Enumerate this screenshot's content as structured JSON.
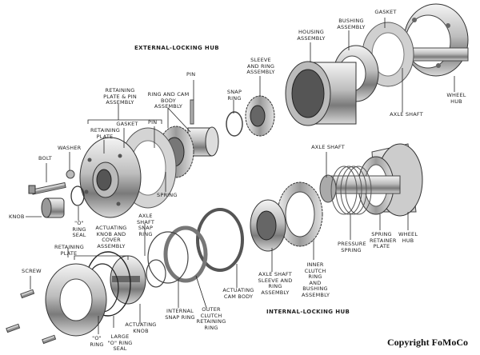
{
  "titles": {
    "external": "EXTERNAL-LOCKING HUB",
    "internal": "INTERNAL-LOCKING HUB"
  },
  "copyright": "Copyright FoMoCo",
  "labels": {
    "pin_top": "PIN",
    "retaining_plate_pin_assembly": "RETAINING\nPLATE & PIN\nASSEMBLY",
    "ring_cam_body_assembly": "RING AND CAM\nBODY\nASSEMBLY",
    "snap_ring_top": "SNAP\nRING",
    "sleeve_ring_assembly": "SLEEVE\nAND RING\nASSEMBLY",
    "housing_assembly": "HOUSING\nASSEMBLY",
    "bushing_assembly": "BUSHING\nASSEMBLY",
    "gasket_top": "GASKET",
    "wheel_hub_top": "WHEEL\nHUB",
    "axle_shaft_top": "AXLE SHAFT",
    "gasket_left": "GASKET",
    "retaining_plate_top": "RETAINING\nPLATE",
    "pin_mid": "PIN",
    "washer": "WASHER",
    "bolt": "BOLT",
    "spring": "SPRING",
    "knob": "KNOB",
    "o_ring_seal": "\"O\"\nRING\nSEAL",
    "axle_shaft_mid": "AXLE SHAFT",
    "axle_shaft_snap_ring": "AXLE\nSHAFT\nSNAP\nRING",
    "actuating_knob_cover_assembly": "ACTUATING\nKNOB AND\nCOVER\nASSEMBLY",
    "retaining_plate_bottom": "RETAINING\nPLATE",
    "screw": "SCREW",
    "o_ring": "\"O\"\nRING",
    "large_o_ring_seal": "LARGE\n\"O\" RING\nSEAL",
    "actuating_knob": "ACTUATING\nKNOB",
    "internal_snap_ring": "INTERNAL\nSNAP RING",
    "outer_clutch_retaining_ring": "OUTER\nCLUTCH\nRETAINING\nRING",
    "actuating_cam_body": "ACTUATING\nCAM BODY",
    "axle_shaft_sleeve_ring_assembly": "AXLE SHAFT\nSLEEVE AND\nRING ASSEMBLY",
    "inner_clutch_ring_bushing_assembly": "INNER\nCLUTCH\nRING AND\nBUSHING\nASSEMBLY",
    "pressure_spring": "PRESSURE\nSPRING",
    "spring_retainer_plate": "SPRING\nRETAINER\nPLATE",
    "wheel_hub_bottom": "WHEEL\nHUB"
  }
}
